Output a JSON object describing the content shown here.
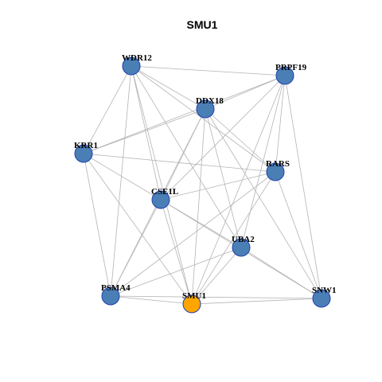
{
  "title": "SMU1",
  "colors": {
    "node_default": "#4a7fb5",
    "node_highlight": "#ffa500",
    "node_border": "#1f3fb0",
    "edge": "#b4b4b4"
  },
  "nodes": [
    {
      "id": "WDR12",
      "label": "WDR12",
      "highlight": false
    },
    {
      "id": "PRPF19",
      "label": "PRPF19",
      "highlight": false
    },
    {
      "id": "DDX18",
      "label": "DDX18",
      "highlight": false
    },
    {
      "id": "KRR1",
      "label": "KRR1",
      "highlight": false
    },
    {
      "id": "RARS",
      "label": "RARS",
      "highlight": false
    },
    {
      "id": "CSE1L",
      "label": "CSE1L",
      "highlight": false
    },
    {
      "id": "UBA2",
      "label": "UBA2",
      "highlight": false
    },
    {
      "id": "PSMA4",
      "label": "PSMA4",
      "highlight": false
    },
    {
      "id": "SMU1",
      "label": "SMU1",
      "highlight": true
    },
    {
      "id": "SNW1",
      "label": "SNW1",
      "highlight": false
    }
  ],
  "edges": [
    [
      "WDR12",
      "PRPF19"
    ],
    [
      "WDR12",
      "DDX18"
    ],
    [
      "WDR12",
      "KRR1"
    ],
    [
      "WDR12",
      "CSE1L"
    ],
    [
      "WDR12",
      "UBA2"
    ],
    [
      "WDR12",
      "PSMA4"
    ],
    [
      "WDR12",
      "SMU1"
    ],
    [
      "WDR12",
      "RARS"
    ],
    [
      "PRPF19",
      "DDX18"
    ],
    [
      "PRPF19",
      "KRR1"
    ],
    [
      "PRPF19",
      "CSE1L"
    ],
    [
      "PRPF19",
      "UBA2"
    ],
    [
      "PRPF19",
      "SMU1"
    ],
    [
      "PRPF19",
      "SNW1"
    ],
    [
      "PRPF19",
      "RARS"
    ],
    [
      "DDX18",
      "KRR1"
    ],
    [
      "DDX18",
      "CSE1L"
    ],
    [
      "DDX18",
      "RARS"
    ],
    [
      "DDX18",
      "UBA2"
    ],
    [
      "DDX18",
      "PSMA4"
    ],
    [
      "DDX18",
      "SMU1"
    ],
    [
      "DDX18",
      "SNW1"
    ],
    [
      "KRR1",
      "RARS"
    ],
    [
      "KRR1",
      "CSE1L"
    ],
    [
      "KRR1",
      "PSMA4"
    ],
    [
      "KRR1",
      "SMU1"
    ],
    [
      "RARS",
      "CSE1L"
    ],
    [
      "RARS",
      "PSMA4"
    ],
    [
      "RARS",
      "SNW1"
    ],
    [
      "RARS",
      "SMU1"
    ],
    [
      "CSE1L",
      "UBA2"
    ],
    [
      "CSE1L",
      "SMU1"
    ],
    [
      "CSE1L",
      "PSMA4"
    ],
    [
      "CSE1L",
      "SNW1"
    ],
    [
      "UBA2",
      "PSMA4"
    ],
    [
      "UBA2",
      "SMU1"
    ],
    [
      "UBA2",
      "SNW1"
    ],
    [
      "PSMA4",
      "SMU1"
    ],
    [
      "PSMA4",
      "SNW1"
    ],
    [
      "SMU1",
      "SNW1"
    ]
  ]
}
